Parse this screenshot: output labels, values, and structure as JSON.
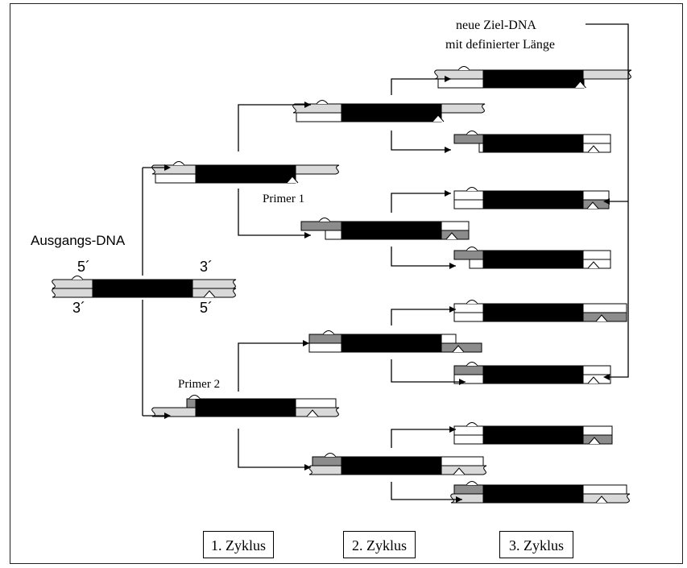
{
  "labels": {
    "source_dna": "Ausgangs-DNA",
    "end_5_top": "5´",
    "end_3_top": "3´",
    "end_3_bottom": "3´",
    "end_5_bottom": "5´",
    "primer1": "Primer 1",
    "primer2": "Primer 2",
    "target_line1": "neue Ziel-DNA",
    "target_line2": "mit definierter Länge"
  },
  "cycles": [
    "1. Zyklus",
    "2. Zyklus",
    "3. Zyklus"
  ],
  "colors": {
    "target": "#000000",
    "template": "#d9d9d9",
    "primer": "#8c8c8c",
    "new_strand": "#ffffff",
    "line": "#000000"
  }
}
